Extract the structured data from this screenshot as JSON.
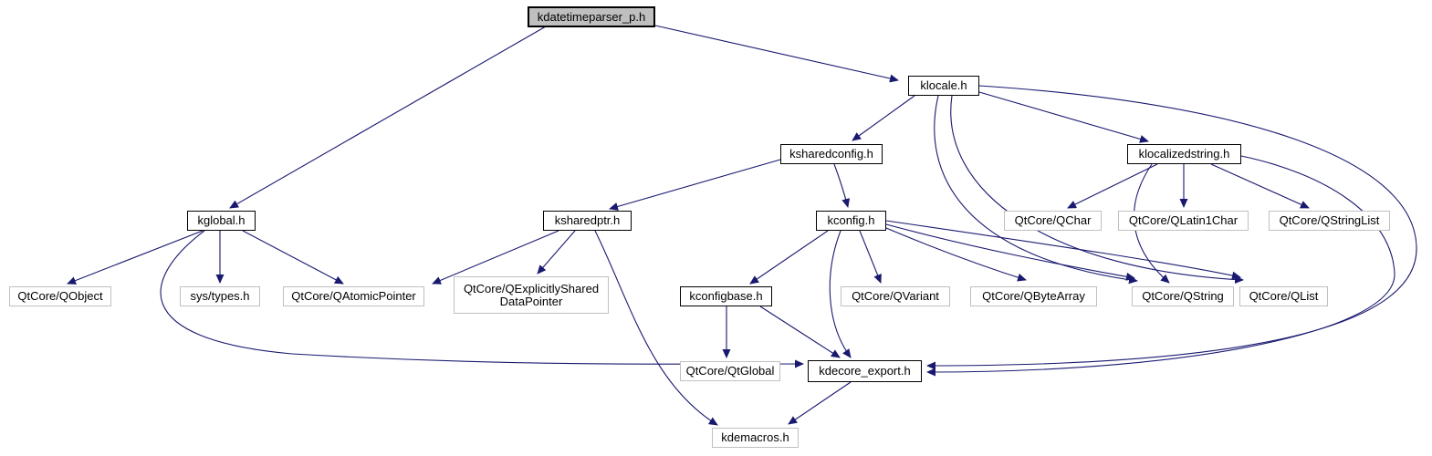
{
  "graph": {
    "kind": "include-dependency-graph",
    "root": "kdatetimeparser_p.h",
    "edge_color": "#191970",
    "main_node_fill": "#bfbfbf",
    "internal_node_border": "#000000",
    "external_node_border": "#c0c0c0",
    "nodes": {
      "kdatetimeparser_p": {
        "label": "kdatetimeparser_p.h"
      },
      "klocale": {
        "label": "klocale.h"
      },
      "ksharedconfig": {
        "label": "ksharedconfig.h"
      },
      "klocalizedstring": {
        "label": "klocalizedstring.h"
      },
      "kglobal": {
        "label": "kglobal.h"
      },
      "ksharedptr": {
        "label": "ksharedptr.h"
      },
      "kconfig": {
        "label": "kconfig.h"
      },
      "qchar": {
        "label": "QtCore/QChar"
      },
      "qlatin1char": {
        "label": "QtCore/QLatin1Char"
      },
      "qstringlist": {
        "label": "QtCore/QStringList"
      },
      "qobject": {
        "label": "QtCore/QObject"
      },
      "systypes": {
        "label": "sys/types.h"
      },
      "qatomicpointer": {
        "label": "QtCore/QAtomicPointer"
      },
      "qexplicitlyshared": {
        "label": "QtCore/QExplicitlyShared\nDataPointer"
      },
      "kconfigbase": {
        "label": "kconfigbase.h"
      },
      "qvariant": {
        "label": "QtCore/QVariant"
      },
      "qbytearray": {
        "label": "QtCore/QByteArray"
      },
      "qstring": {
        "label": "QtCore/QString"
      },
      "qlist": {
        "label": "QtCore/QList"
      },
      "qtglobal": {
        "label": "QtCore/QtGlobal"
      },
      "kdecore_export": {
        "label": "kdecore_export.h"
      },
      "kdemacros": {
        "label": "kdemacros.h"
      }
    },
    "edges": [
      {
        "from": "kdatetimeparser_p",
        "to": "kglobal"
      },
      {
        "from": "kdatetimeparser_p",
        "to": "klocale"
      },
      {
        "from": "klocale",
        "to": "ksharedconfig"
      },
      {
        "from": "klocale",
        "to": "klocalizedstring"
      },
      {
        "from": "klocale",
        "to": "qstring"
      },
      {
        "from": "klocale",
        "to": "qlist"
      },
      {
        "from": "klocale",
        "to": "kdecore_export"
      },
      {
        "from": "ksharedconfig",
        "to": "kconfig"
      },
      {
        "from": "ksharedconfig",
        "to": "ksharedptr"
      },
      {
        "from": "klocalizedstring",
        "to": "qchar"
      },
      {
        "from": "klocalizedstring",
        "to": "qlatin1char"
      },
      {
        "from": "klocalizedstring",
        "to": "qstringlist"
      },
      {
        "from": "klocalizedstring",
        "to": "qstring"
      },
      {
        "from": "klocalizedstring",
        "to": "kdecore_export"
      },
      {
        "from": "kglobal",
        "to": "qobject"
      },
      {
        "from": "kglobal",
        "to": "systypes"
      },
      {
        "from": "kglobal",
        "to": "qatomicpointer"
      },
      {
        "from": "kglobal",
        "to": "kdecore_export"
      },
      {
        "from": "ksharedptr",
        "to": "qatomicpointer"
      },
      {
        "from": "ksharedptr",
        "to": "qexplicitlyshared"
      },
      {
        "from": "ksharedptr",
        "to": "kdemacros"
      },
      {
        "from": "kconfig",
        "to": "kconfigbase"
      },
      {
        "from": "kconfig",
        "to": "kdecore_export"
      },
      {
        "from": "kconfig",
        "to": "qvariant"
      },
      {
        "from": "kconfig",
        "to": "qbytearray"
      },
      {
        "from": "kconfig",
        "to": "qstring"
      },
      {
        "from": "kconfig",
        "to": "qlist"
      },
      {
        "from": "kconfigbase",
        "to": "qtglobal"
      },
      {
        "from": "kconfigbase",
        "to": "kdecore_export"
      },
      {
        "from": "kdecore_export",
        "to": "kdemacros"
      }
    ]
  }
}
